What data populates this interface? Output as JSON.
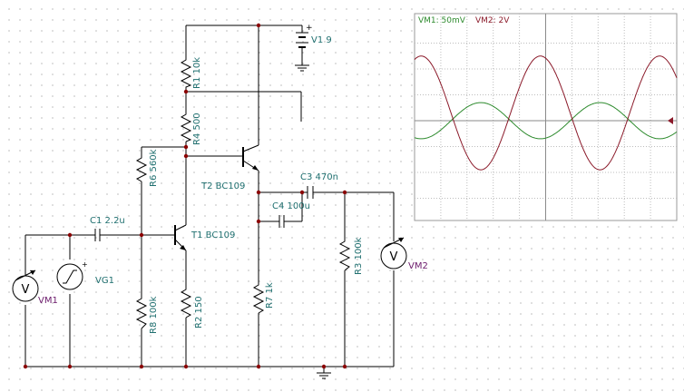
{
  "colors": {
    "wire": "#000000",
    "junction": "#8b0000",
    "label": "#1f6f6f",
    "meter_label": "#6b1a6b",
    "trace1": "#2e8b2e",
    "trace2": "#8b1a2a",
    "scope_grid": "#bdbdbd"
  },
  "components": {
    "V1": {
      "label": "V1 9",
      "symbol": "battery-icon"
    },
    "R1": {
      "label": "R1 10k"
    },
    "R4": {
      "label": "R4 500"
    },
    "R6": {
      "label": "R6 560k"
    },
    "R8": {
      "label": "R8 100k"
    },
    "R2": {
      "label": "R2 150"
    },
    "R7": {
      "label": "R7 1k"
    },
    "R3": {
      "label": "R3 100k"
    },
    "T1": {
      "label": "T1 BC109"
    },
    "T2": {
      "label": "T2 BC109"
    },
    "C1": {
      "label": "C1 2.2u"
    },
    "C3": {
      "label": "C3 470n"
    },
    "C4": {
      "label": "C4 100u"
    },
    "VG1": {
      "label": "VG1"
    },
    "VM1": {
      "label": "VM1",
      "symbol": "voltmeter-icon",
      "glyph": "V"
    },
    "VM2": {
      "label": "VM2",
      "symbol": "voltmeter-icon",
      "glyph": "V"
    }
  },
  "plus_sign": "+",
  "scope": {
    "legend": [
      {
        "name": "VM1: 50mV",
        "color": "#2e8b2e"
      },
      {
        "name": "VM2: 2V",
        "color": "#8b1a2a"
      }
    ],
    "traces": {
      "vm1": {
        "amplitude_div": 0.7,
        "cycles": 2.2,
        "phase_deg": 180
      },
      "vm2": {
        "amplitude_div": 2.2,
        "cycles": 2.2,
        "phase_deg": 0,
        "offset_div": 0.3
      }
    }
  }
}
